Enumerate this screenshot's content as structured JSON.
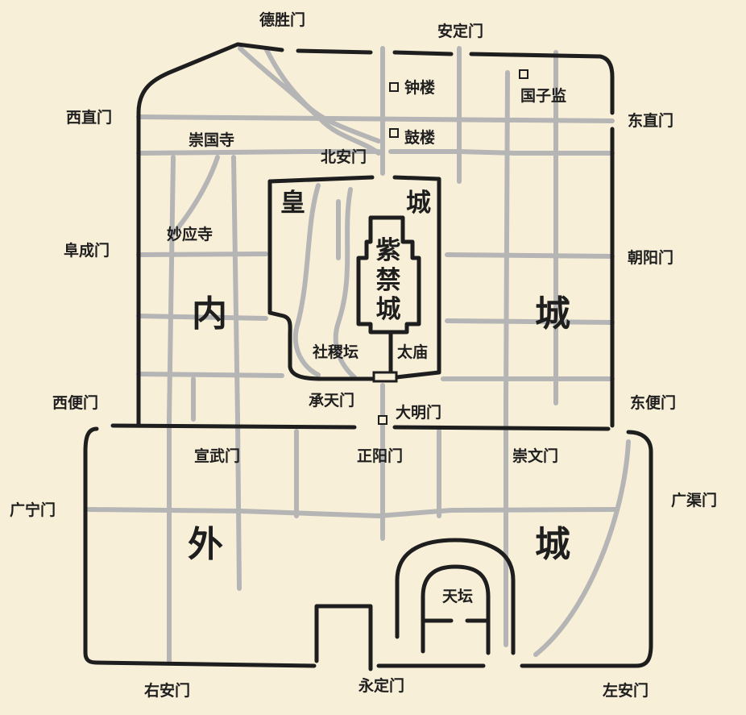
{
  "gates": {
    "desheng": "德胜门",
    "anding": "安定门",
    "xizhi": "西直门",
    "dongzhi": "东直门",
    "fucheng": "阜成门",
    "chaoyang": "朝阳门",
    "xibian": "西便门",
    "dongbian": "东便门",
    "xuanwu": "宣武门",
    "zhengyang": "正阳门",
    "chongwen": "崇文门",
    "guangning": "广宁门",
    "guangqu": "广渠门",
    "youan": "右安门",
    "yongding": "永定门",
    "zuoan": "左安门",
    "beian": "北安门",
    "chengtian": "承天门",
    "daming": "大明门"
  },
  "places": {
    "zhonglou": "钟楼",
    "gulou": "鼓楼",
    "guozijian": "国子监",
    "chongguosi": "崇国寺",
    "miaoyingsi": "妙应寺",
    "shejitan": "社稷坛",
    "taimiao": "太庙",
    "tiantan": "天坛"
  },
  "areas": {
    "inner_city": [
      "内",
      "城"
    ],
    "outer_city": [
      "外",
      "城"
    ],
    "imperial_city": [
      "皇",
      "城"
    ],
    "forbidden_city": [
      "紫",
      "禁",
      "城"
    ]
  },
  "colors": {
    "background": "#f8efd9",
    "walls": "#1e1e1e",
    "streets": "#b5b5b5"
  }
}
